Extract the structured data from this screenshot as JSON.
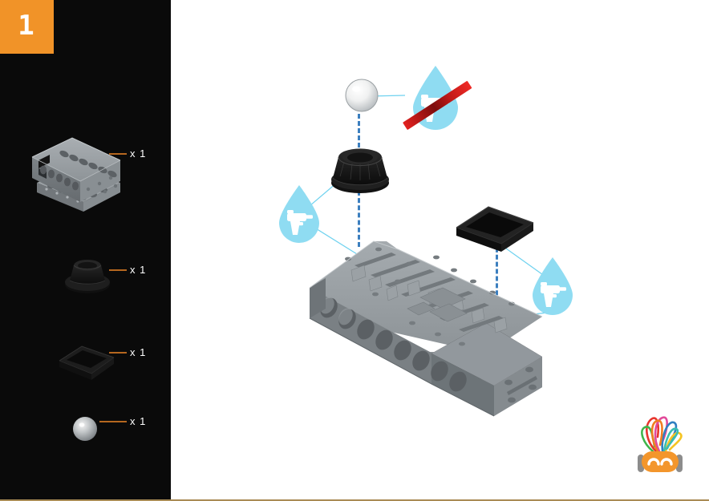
{
  "page": {
    "step_number": "1",
    "background_color": "#ffffff",
    "sidebar_color": "#0a0a0a",
    "accent_color": "#f19328",
    "leader_color": "#b5671f",
    "glue_color": "#6fd2ef",
    "no_color": "#e01b1b",
    "dash_color": "#3c7fbf",
    "rule_color": "#a98b55"
  },
  "sidebar": {
    "step_badge": {
      "label": "1",
      "name": "step-number-badge"
    },
    "parts": [
      {
        "id": "part-chassis",
        "icon": "perforated-frame-icon",
        "quantity": "x 1",
        "label": "x 1"
      },
      {
        "id": "part-cap",
        "icon": "flanged-cap-icon",
        "quantity": "x 1",
        "label": "x 1"
      },
      {
        "id": "part-box",
        "icon": "rectangular-tray-icon",
        "quantity": "x 1",
        "label": "x 1"
      },
      {
        "id": "part-ball",
        "icon": "sphere-icon",
        "quantity": "x 1",
        "label": "x 1"
      }
    ]
  },
  "stage": {
    "assembly_parts": [
      {
        "id": "assembly-ball",
        "icon": "sphere-icon"
      },
      {
        "id": "assembly-cap",
        "icon": "flanged-cap-icon"
      },
      {
        "id": "assembly-box",
        "icon": "rectangular-tray-icon"
      },
      {
        "id": "assembly-chassis",
        "icon": "perforated-frame-icon"
      }
    ],
    "markers": [
      {
        "id": "no-glue-marker",
        "icon": "glue-gun-icon",
        "state": "prohibited",
        "note": "no glue"
      },
      {
        "id": "glue-marker-cap",
        "icon": "glue-gun-icon",
        "state": "apply",
        "note": "apply glue"
      },
      {
        "id": "glue-marker-box",
        "icon": "glue-gun-icon",
        "state": "apply",
        "note": "apply glue"
      }
    ]
  },
  "logo": {
    "name": "robot-head-logo",
    "face_color": "#f3962c",
    "ear_color": "#8c8c8c",
    "antenna_colors": [
      "#e8352e",
      "#e24a9a",
      "#2f7fc1",
      "#3fb54a",
      "#f5c423",
      "#f07d22",
      "#39bdb1"
    ]
  }
}
